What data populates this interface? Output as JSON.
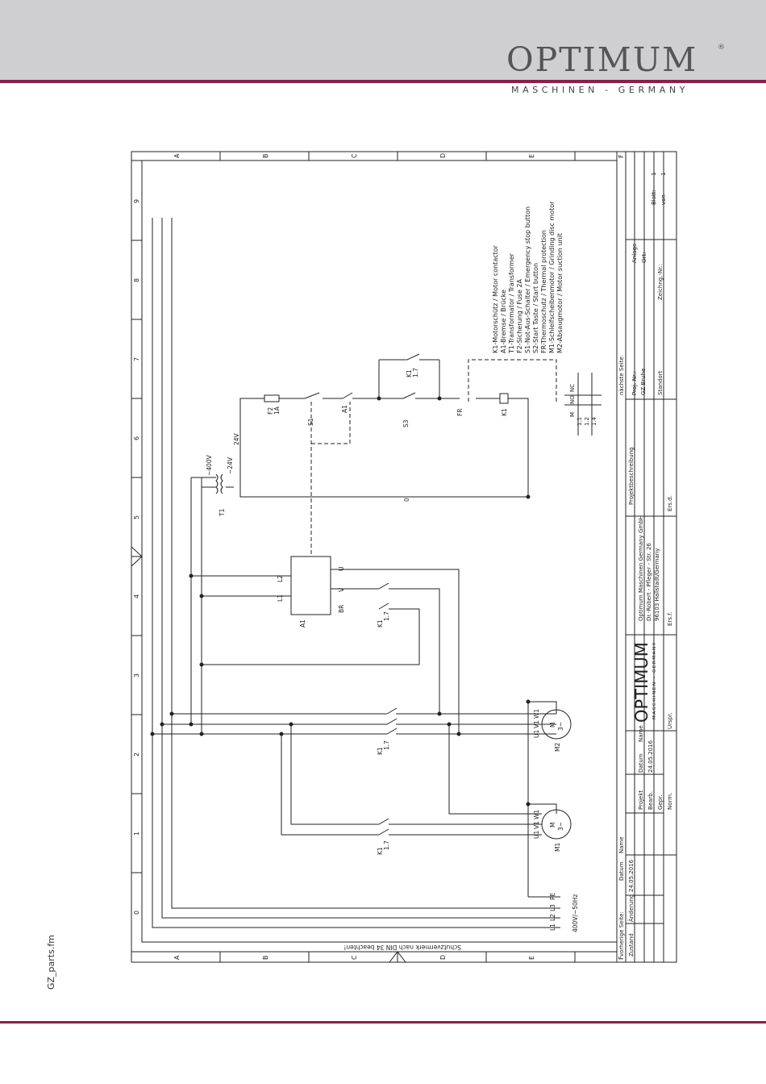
{
  "header": {
    "logo_word": "OPTIMUM",
    "logo_reg": "®",
    "logo_sub": "MASCHINEN - GERMANY"
  },
  "side_label": "GZ_parts.fm",
  "frame": {
    "columns": [
      "A",
      "B",
      "C",
      "D",
      "E",
      "F"
    ],
    "rows": [
      "9",
      "8",
      "7",
      "6",
      "5",
      "4",
      "3",
      "2",
      "1",
      "0"
    ],
    "bottom_note": "Schutzvermerk nach DIN 34 beachten!"
  },
  "legend": [
    "K1-Motorschütz / Motor contactor",
    "A1-Bremse / Brücke",
    "T1-Transformator / Transformer",
    "F2-Sicherung / Fuse 2A",
    "S1-Not-Aus-Schalter / Emergency stop button",
    "S2-Start Taste / Start button",
    "FR-Thermoschutz / Thermal protection",
    "M1-Schleifscheibenmotor / Grinding disc motor",
    "M2-Absaugmotor / Motor suction unit"
  ],
  "components": {
    "t1": "T1",
    "t1_primary": "~400V",
    "t1_secondary": "~24V",
    "v24": "24V",
    "f2": "F2",
    "f2_rating": "1A",
    "s1": "S1",
    "a1": "A1",
    "s3": "S3",
    "fr": "FR",
    "k1": "K1",
    "k1_sub": "1.7",
    "a1_box": "A1",
    "a1_l1": "L1",
    "a1_l2": "L2",
    "a1_u": "U",
    "a1_v": "V",
    "a1_br": "BR",
    "m1": "M1",
    "m2": "M2",
    "motor_m": "M",
    "motor_3": "3~",
    "u1": "U1",
    "v1": "V1",
    "w1": "W1",
    "pe": "PE",
    "l3": "L3",
    "l2": "L2",
    "l1": "L1",
    "supply": "400V/~50Hz",
    "zero": "0"
  },
  "contact_table": {
    "headers": [
      "M",
      "NO",
      "NC"
    ],
    "rows": [
      "1.1",
      "1.2",
      "1.4"
    ]
  },
  "title_block": {
    "vorherige": "vorherige Seite:",
    "zustand": "Zustand",
    "aenderung": "Änderung",
    "datum": "Datum",
    "name": "Name",
    "date1": "24.05.2016",
    "projekt": "Projekt",
    "bearb": "Bearb.",
    "gepr": "Gepr.",
    "norm": "Norm.",
    "date2": "24.05.2016",
    "company_1": "Optimum Maschinen Germany GmbH",
    "company_2": "Dr.-Robert - Pfleger - Str. 26",
    "company_3": "96103 Hallstadt/Germany",
    "projektbeschreibung": "Projektbeschreibung",
    "ursprung": "Urspr.",
    "ers_f": "Ers.f.",
    "ers_d": "Ers.d.",
    "naechste": "nächste Seite:",
    "projnr": "Proj.-Nr.:",
    "gz": "GZ Bruhe",
    "standort": "Standort",
    "zeichnr": "Zeichng.-Nr.:",
    "anlage": "Anlage",
    "ort": "Ort:",
    "blatt": "Blatt:",
    "blatt_val": "1",
    "von": "von",
    "von_val": "1",
    "logo_word": "OPTIMUM",
    "logo_sub": "MASCHINEN - GERMANY"
  }
}
